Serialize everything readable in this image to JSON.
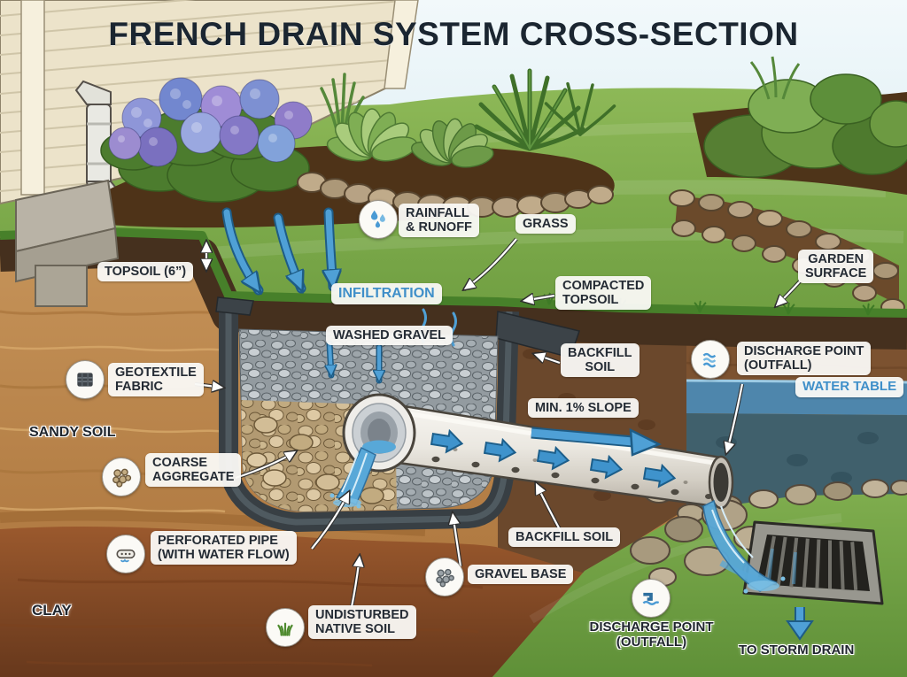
{
  "title": "FRENCH DRAIN SYSTEM CROSS-SECTION",
  "colors": {
    "title_text": "#1b2631",
    "label_text": "#242b34",
    "accent_blue": "#3f8fc9",
    "water_blue": "#4fa0d6",
    "gravel_gray": "#9aa2a7",
    "aggregate_tan": "#c3ac82",
    "clay_brown": "#8a4c24"
  },
  "labels": {
    "rainfall_runoff": "RAINFALL\n& RUNOFF",
    "grass": "GRASS",
    "topsoil": "TOPSOIL (6”)",
    "infiltration": "INFILTRATION",
    "washed_gravel": "WASHED GRAVEL",
    "compacted_topsoil": "COMPACTED\nTOPSOIL",
    "backfill_soil_upper": "BACKFILL\nSOIL",
    "garden_surface": "GARDEN\nSURFACE",
    "geotextile_fabric": "GEOTEXTILE\nFABRIC",
    "discharge_point_outfall": "DISCHARGE POINT\n(OUTFALL)",
    "water_table": "WATER TABLE",
    "sandy_soil": "SANDY SOIL",
    "min_slope": "MIN. 1% SLOPE",
    "coarse_aggregate": "COARSE\nAGGREGATE",
    "perforated_pipe": "PERFORATED PIPE\n(WITH WATER FLOW)",
    "backfill_soil_lower": "BACKFILL SOIL",
    "gravel_base": "GRAVEL BASE",
    "undisturbed_native_soil": "UNDISTURBED\nNATIVE SOIL",
    "clay": "CLAY",
    "discharge_point_outfall_bottom": "DISCHARGE POINT\n(OUTFALL)",
    "to_storm_drain": "TO STORM DRAIN"
  },
  "icons": {
    "rainfall_runoff": "water-drops",
    "geotextile_fabric": "fabric-swatch",
    "discharge_point_upper": "outfall-waves",
    "coarse_aggregate": "stone-cluster",
    "perforated_pipe": "pipe-with-holes",
    "gravel_base": "gravel-cluster",
    "undisturbed_native_soil": "grass-blades",
    "discharge_point_lower": "drain-pipe-water",
    "storm_drain_arrow": "down-arrow"
  }
}
